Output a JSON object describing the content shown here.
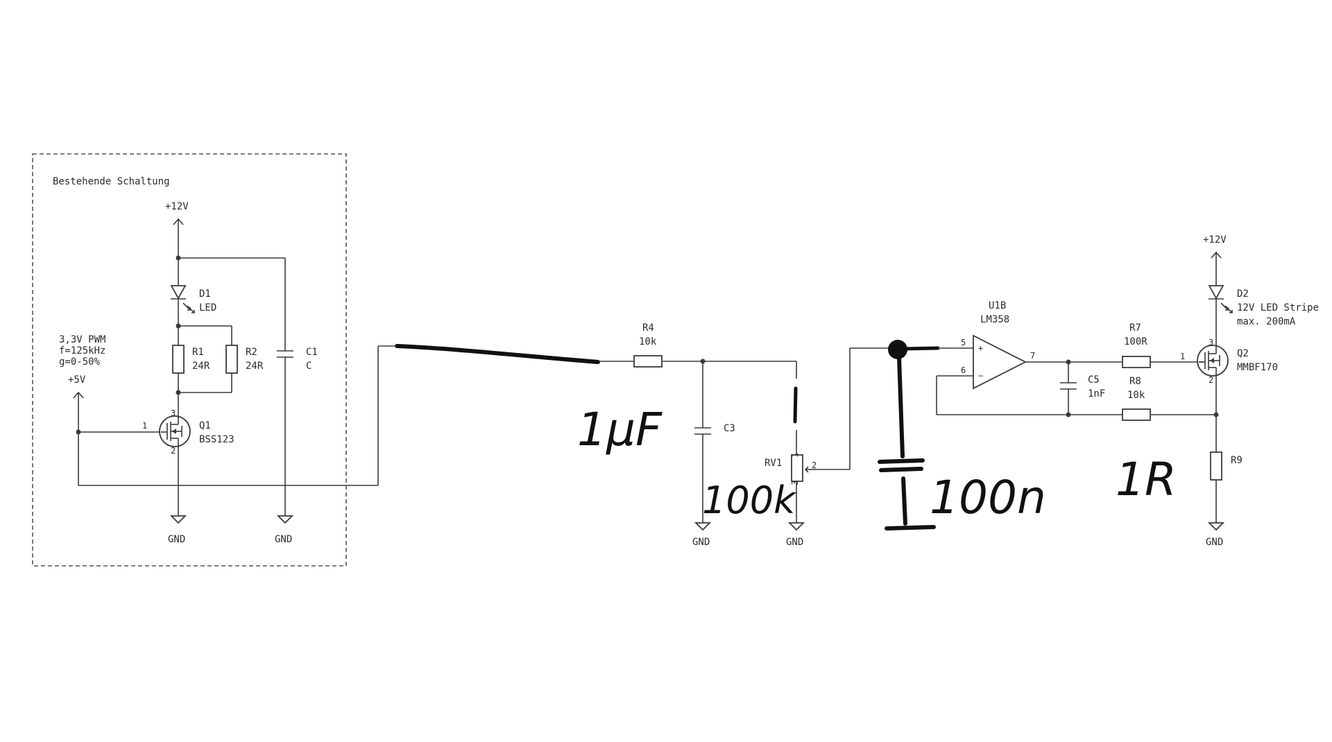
{
  "box_title": "Bestehende Schaltung",
  "power": {
    "v12a": "+12V",
    "v12b": "+12V",
    "v5": "+5V"
  },
  "gnd": [
    "GND",
    "GND",
    "GND",
    "GND",
    "GND"
  ],
  "pwm": {
    "line1": "3,3V PWM",
    "line2": "f=125kHz",
    "line3": "g=0-50%"
  },
  "D1": {
    "ref": "D1",
    "value": "LED"
  },
  "R1": {
    "ref": "R1",
    "value": "24R"
  },
  "R2": {
    "ref": "R2",
    "value": "24R"
  },
  "C1": {
    "ref": "C1",
    "value": "C"
  },
  "Q1": {
    "ref": "Q1",
    "value": "BSS123"
  },
  "R4": {
    "ref": "R4",
    "value": "10k"
  },
  "C3": {
    "ref": "C3"
  },
  "RV1": {
    "ref": "RV1"
  },
  "U1": {
    "ref": "U1B",
    "value": "LM358"
  },
  "C5": {
    "ref": "C5",
    "value": "1nF"
  },
  "R7": {
    "ref": "R7",
    "value": "100R"
  },
  "R8": {
    "ref": "R8",
    "value": "10k"
  },
  "D2": {
    "ref": "D2",
    "value1": "12V LED Stripe",
    "value2": "max. 200mA"
  },
  "Q2": {
    "ref": "Q2",
    "value": "MMBF170"
  },
  "R9": {
    "ref": "R9"
  },
  "pins": {
    "q1_1": "1",
    "q1_2": "2",
    "q1_3": "3",
    "rv1_1": "1",
    "rv1_2": "2",
    "rv1_3": "3",
    "u_5": "5",
    "u_6": "6",
    "u_7": "7",
    "u_plus": "+",
    "u_minus": "−",
    "q2_1": "1",
    "q2_2": "2",
    "q2_3": "3"
  },
  "handwritten": {
    "c3": "1μF",
    "rv1": "100k",
    "cnew": "100n",
    "r9": "1R"
  }
}
